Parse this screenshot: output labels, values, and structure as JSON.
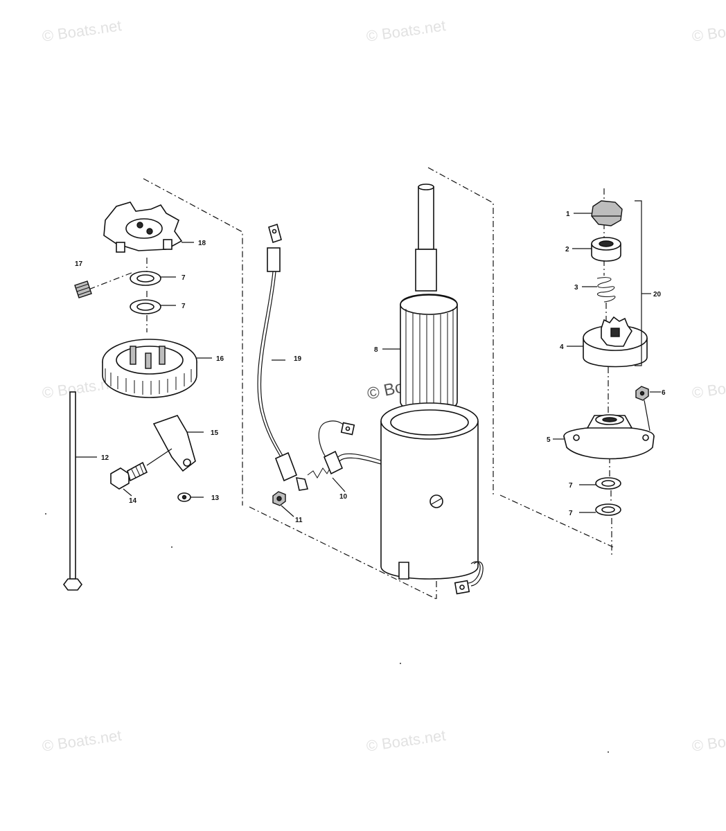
{
  "watermark": "© Boats.net",
  "diagram": {
    "callouts": {
      "p1": "1",
      "p2": "2",
      "p3": "3",
      "p4": "4",
      "p5": "5",
      "p6": "6",
      "p7a": "7",
      "p7b": "7",
      "p7c": "7",
      "p7d": "7",
      "p8": "8",
      "p10": "10",
      "p11": "11",
      "p12": "12",
      "p13": "13",
      "p14": "14",
      "p15": "15",
      "p16": "16",
      "p17": "17",
      "p18": "18",
      "p19": "19",
      "p20": "20"
    }
  }
}
